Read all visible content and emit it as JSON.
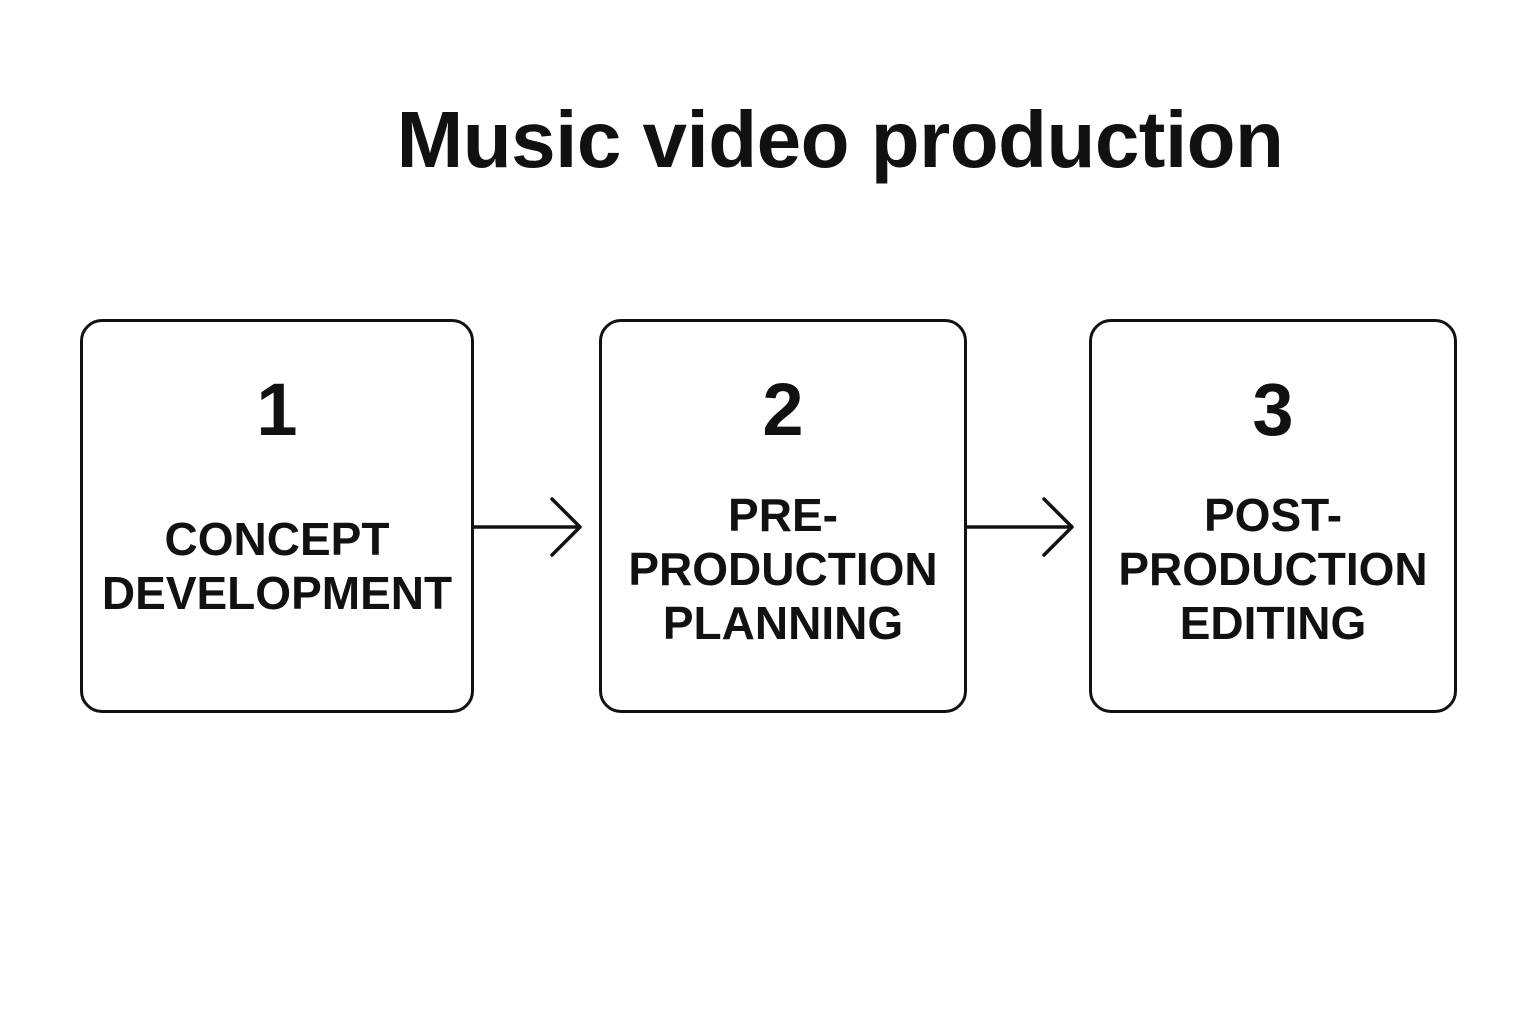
{
  "title": "Music video production",
  "steps": [
    {
      "number": "1",
      "label_lines": [
        "CONCEPT",
        "DEVELOPMENT"
      ]
    },
    {
      "number": "2",
      "label_lines": [
        "PRE-",
        "PRODUCTION",
        "PLANNING"
      ]
    },
    {
      "number": "3",
      "label_lines": [
        "POST-",
        "PRODUCTION",
        "EDITING"
      ]
    }
  ],
  "colors": {
    "stroke": "#111111",
    "background": "#ffffff"
  },
  "icons": [
    "arrow-right-icon",
    "arrow-right-icon"
  ]
}
